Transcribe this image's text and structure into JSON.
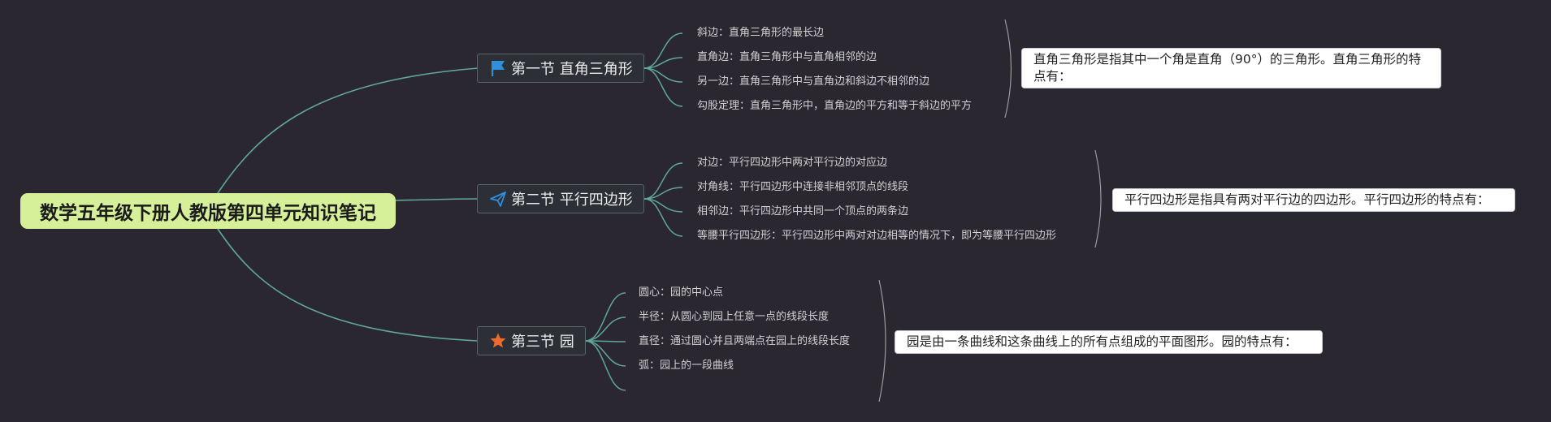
{
  "colors": {
    "background": "#2a2730",
    "root_fill": "#d6f09a",
    "connector": "#5fa79a",
    "topic_border": "#56686b"
  },
  "root": {
    "label": "数学五年级下册人教版第四单元知识笔记"
  },
  "sections": [
    {
      "icon": "flag-icon",
      "label": "第一节 直角三角形",
      "items": [
        "斜边：直角三角形的最长边",
        "直角边：直角三角形中与直角相邻的边",
        "另一边：直角三角形中与直角边和斜边不相邻的边",
        "勾股定理：直角三角形中，直角边的平方和等于斜边的平方"
      ],
      "summary": "直角三角形是指其中一个角是直角（90°）的三角形。直角三角形的特点有："
    },
    {
      "icon": "paper-plane-icon",
      "label": "第二节 平行四边形",
      "items": [
        "对边：平行四边形中两对平行边的对应边",
        "对角线：平行四边形中连接非相邻顶点的线段",
        "相邻边：平行四边形中共同一个顶点的两条边",
        "等腰平行四边形：平行四边形中两对对边相等的情况下，即为等腰平行四边形"
      ],
      "summary": "平行四边形是指具有两对平行边的四边形。平行四边形的特点有："
    },
    {
      "icon": "star-icon",
      "label": "第三节 园",
      "items": [
        "圆心：园的中心点",
        "半径：从圆心到园上任意一点的线段长度",
        "直径：通过圆心并且两端点在园上的线段长度",
        "弧：园上的一段曲线"
      ],
      "summary": "园是由一条曲线和这条曲线上的所有点组成的平面图形。园的特点有："
    }
  ]
}
